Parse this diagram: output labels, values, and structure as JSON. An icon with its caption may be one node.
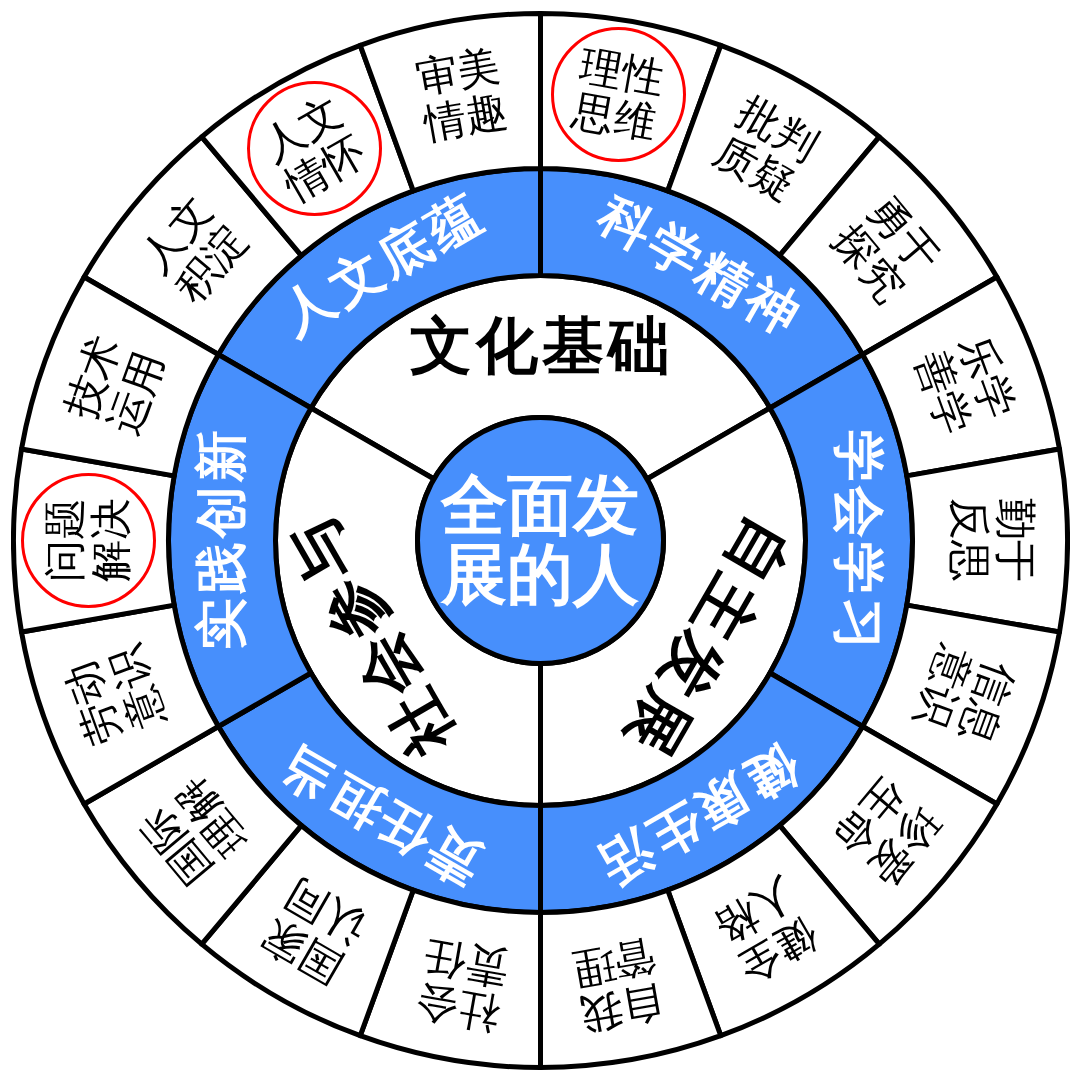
{
  "diagram": {
    "nodes": [
      {
        "text": [
          "全面发展的人"
        ]
      },
      {
        "text": [
          "文化基础"
        ]
      },
      {
        "text": [
          "自主发展"
        ]
      },
      {
        "text": [
          "社会参与"
        ]
      },
      {
        "text": [
          "人文底蕴"
        ]
      },
      {
        "text": [
          "科学精神"
        ]
      },
      {
        "text": [
          "学会学习"
        ]
      },
      {
        "text": [
          "健康生活"
        ]
      },
      {
        "text": [
          "责任担当"
        ]
      },
      {
        "text": [
          "实践创新"
        ]
      },
      {
        "text": [
          "人文积淀"
        ]
      },
      {
        "text": [],
        "shape": "sector"
      },
      {
        "text": [
          "人文情怀"
        ],
        "in": 11
      },
      {
        "text": [
          "审美情趣"
        ]
      },
      {
        "text": [],
        "shape": "sector"
      },
      {
        "text": [
          "理性思维"
        ],
        "in": 14
      },
      {
        "text": [
          "批判质疑"
        ]
      },
      {
        "text": [
          "勇于探究"
        ]
      },
      {
        "text": [
          "乐学善学"
        ]
      },
      {
        "text": [
          "勤于反思"
        ]
      },
      {
        "text": [
          "信息意识"
        ]
      },
      {
        "text": [
          "珍爱生命"
        ]
      },
      {
        "text": [
          "健全人格"
        ]
      },
      {
        "text": [
          "自我管理"
        ]
      },
      {
        "text": [
          "社会责任"
        ]
      },
      {
        "text": [
          "国家认同"
        ]
      },
      {
        "text": [
          "国际理解"
        ]
      },
      {
        "text": [
          "劳动意识"
        ]
      },
      {
        "text": [],
        "shape": "sector"
      },
      {
        "text": [
          "问题解决"
        ],
        "in": 28
      },
      {
        "text": [
          "技术运用"
        ]
      }
    ]
  }
}
